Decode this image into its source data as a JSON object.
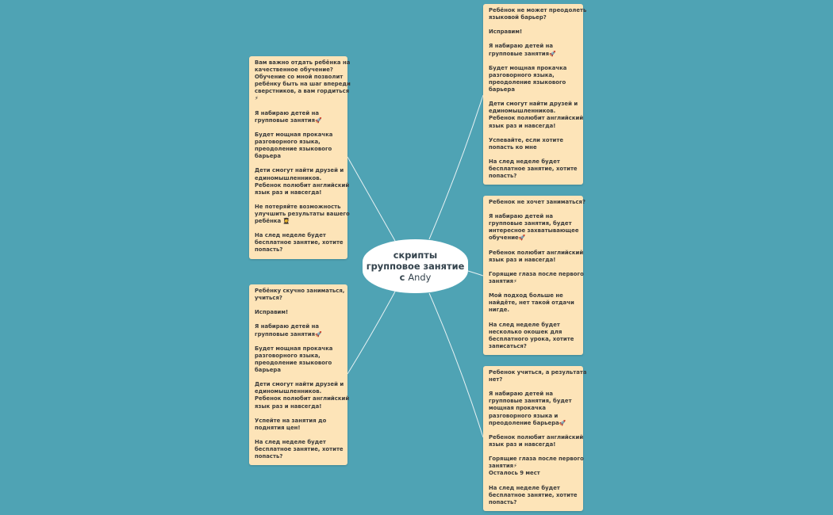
{
  "central": {
    "line1": "скрипты",
    "line2": "групповое занятие",
    "line3_prefix": "с",
    "line3_name": "Andy"
  },
  "topics": {
    "left_top": [
      "Вам важно отдать ребёнка на",
      "качественное обучение?",
      "Обучение со мной позволит",
      "ребёнку быть на шаг впереди",
      "сверстников, а вам гордиться",
      "⚡",
      "",
      "Я набираю детей на",
      "групповые занятия🚀",
      "",
      "Будет мощная прокачка",
      "разговорного языка,",
      "преодоление языкового",
      "барьера",
      "",
      "Дети смогут найти друзей и",
      "единомышленников.",
      "Ребенок полюбит английский",
      "язык раз и навсегда!",
      "",
      "Не потеряйте возможность",
      "улучшить результаты вашего",
      "ребёнка 👩‍🎓",
      "",
      "На след неделе будет",
      "бесплатное занятие, хотите",
      "попасть?"
    ],
    "left_bottom": [
      "Ребёнку скучно заниматься,",
      "учиться?",
      "",
      "Исправим!",
      "",
      "Я набираю детей на",
      "групповые занятия🚀",
      "",
      "Будет мощная прокачка",
      "разговорного языка,",
      "преодоление языкового",
      "барьера",
      "",
      "Дети смогут найти друзей и",
      "единомышленников.",
      "Ребенок полюбит английский",
      "язык раз и навсегда!",
      "",
      "Успейте на занятия до",
      "поднятия цен!",
      "",
      "На след неделе будет",
      "бесплатное занятие, хотите",
      "попасть?"
    ],
    "right_top": [
      "Ребёнок не может преодолеть",
      "языковой барьер?",
      "",
      "Исправим!",
      "",
      "Я набираю детей на",
      "групповые занятия🚀",
      "",
      "Будет мощная прокачка",
      "разговорного языка,",
      "преодоление языкового",
      "барьера",
      "",
      "Дети смогут найти друзей и",
      "единомышленников.",
      "Ребенок полюбит английский",
      "язык раз и навсегда!",
      "",
      "Успевайте, если хотите",
      "попасть ко мне",
      "",
      "На след неделе будет",
      "бесплатное занятие, хотите",
      "попасть?"
    ],
    "right_middle": [
      "Ребенок не хочет заниматься?",
      "",
      "Я набираю детей на",
      "групповые занятия, будет",
      "интересное захватывающее",
      "обучение🚀",
      "",
      "Ребенок полюбит английский",
      "язык раз и навсегда!",
      "",
      "Горящие глаза после первого",
      "занятия⚡",
      "",
      "Мой подход больше не",
      "найдёте, нет такой отдачи",
      "нигде.",
      "",
      "На след неделе будет",
      "несколько окошек для",
      "бесплатного урока, хотите",
      "записаться?"
    ],
    "right_bottom": [
      "Ребенок учиться, а результата",
      "нет?",
      "",
      "Я набираю детей на",
      "групповые занятия, будет",
      "мощная прокачка",
      "разговорного языка и",
      "преодоление барьера🚀",
      "",
      "Ребенок полюбит английский",
      "язык раз и навсегда!",
      "",
      "Горящие глаза после первого",
      "занятия⚡",
      "Осталось 9 мест",
      "",
      "На след неделе будет",
      "бесплатное занятие, хотите",
      "попасть?"
    ]
  },
  "colors": {
    "background": "#4fa3b4",
    "topic_fill": "#fde4b8",
    "central_fill": "#ffffff",
    "connector": "#e8f2f4",
    "text": "#3b3b3b"
  }
}
